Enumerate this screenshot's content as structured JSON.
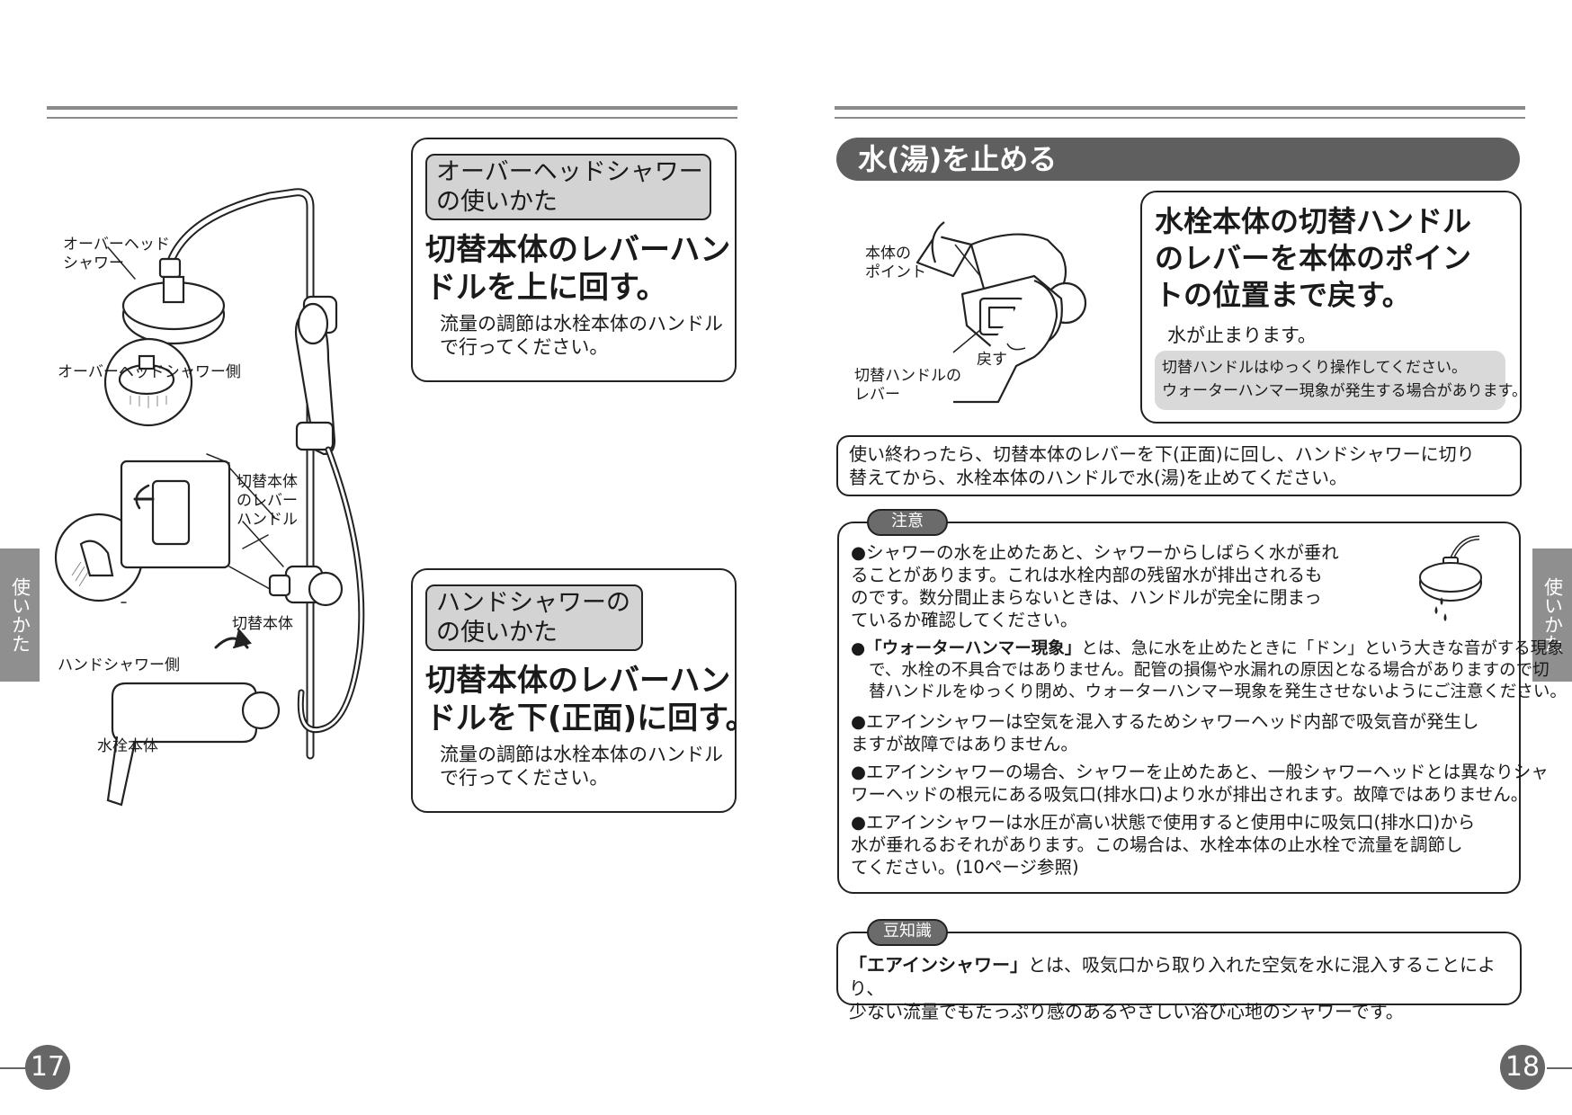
{
  "side_tab": {
    "label": "使いかた"
  },
  "left": {
    "labels": {
      "overhead_shower": "オーバーヘッド\nシャワー",
      "overhead_side": "オーバーヘッドシャワー側",
      "switch_lever": "切替本体\nのレバー\nハンドル",
      "switch_body": "切替本体",
      "hand_side": "ハンドシャワー側",
      "faucet_body": "水栓本体"
    },
    "overhead_box": {
      "title": "オーバーヘッドシャワー\nの使いかた",
      "instruction": "切替本体のレバーハン\nドルを上に回す。",
      "note": "流量の調節は水栓本体のハンドル\nで行ってください。"
    },
    "hand_box": {
      "title": "ハンドシャワーの\nの使いかた",
      "instruction": "切替本体のレバーハン\nドルを下(正面)に回す。",
      "note": "流量の調節は水栓本体のハンドル\nで行ってください。"
    },
    "page_number": "17"
  },
  "right": {
    "section_title": "水(湯)を止める",
    "labels": {
      "body_point": "本体の\nポイント",
      "return": "戻す",
      "switch_lever": "切替ハンドルの\nレバー"
    },
    "stop_box": {
      "instruction": "水栓本体の切替ハンドル\nのレバーを本体のポイン\nトの位置まで戻す。",
      "result": "水が止まります。",
      "caution": "切替ハンドルはゆっくり操作してください。\nウォーターハンマー現象が発生する場合があります。"
    },
    "after_use": "使い終わったら、切替本体のレバーを下(正面)に回し、ハンドシャワーに切り\n替えてから、水栓本体のハンドルで水(湯)を止めてください。",
    "caution_title": "注意",
    "caution_items": [
      "シャワーの水を止めたあと、シャワーからしばらく水が垂れ\nることがあります。これは水栓内部の残留水が排出されるも\nのです。数分間止まらないときは、ハンドルが完全に閉まっ\nているか確認してください。",
      "で、水栓の不具合ではありません。配管の損傷や水漏れの原因となる場合がありますので切\n替ハンドルをゆっくり閉め、ウォーターハンマー現象を発生させないようにご注意ください。",
      "エアインシャワーは空気を混入するためシャワーヘッド内部で吸気音が発生し\nますが故障ではありません。",
      "エアインシャワーの場合、シャワーを止めたあと、一般シャワーヘッドとは異なりシャ\nワーヘッドの根元にある吸気口(排水口)より水が排出されます。故障ではありません。",
      "エアインシャワーは水圧が高い状態で使用すると使用中に吸気口(排水口)から\n水が垂れるおそれがあります。この場合は、水栓本体の止水栓で流量を調節し\nてください。(10ページ参照)"
    ],
    "water_hammer_term": "「ウォーターハンマー現象」",
    "water_hammer_rest": "とは、急に水を止めたときに「ドン」という大きな音がする現象",
    "tip_title": "豆知識",
    "tip_term": "「エアインシャワー」",
    "tip_rest": "とは、吸気口から取り入れた空気を水に混入することにより、",
    "tip_line2": "少ない流量でもたっぷり感のあるやさしい浴び心地のシャワーです。",
    "page_number": "18"
  }
}
